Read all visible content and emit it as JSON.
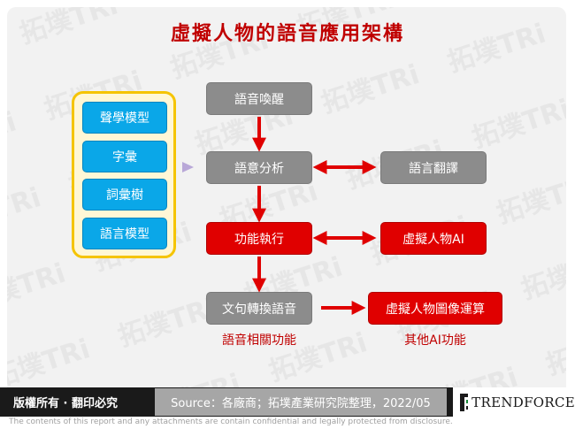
{
  "title": "虛擬人物的語音應用架構",
  "models": [
    "聲學模型",
    "字彙",
    "詞彙樹",
    "語言模型"
  ],
  "speech_boxes": {
    "wake": "語音喚醒",
    "intent": "語意分析",
    "execute": "功能執行",
    "tts": "文句轉換語音"
  },
  "ai_boxes": {
    "translate": "語言翻譯",
    "avatar_ai": "虛擬人物AI",
    "avatar_render": "虛擬人物圖像運算"
  },
  "captions": {
    "speech": "語音相關功能",
    "ai": "其他AI功能"
  },
  "footer": {
    "rights": "版權所有 · 翻印必究",
    "source": "Source：各廠商；拓墣產業研究院整理，2022/05",
    "logo": "TRENDFORCE",
    "disclaimer": "The contents of this report and any attachments are contain confidential and legally protected from disclosure."
  },
  "watermark": "拓墣TRi",
  "colors": {
    "title_red": "#c00000",
    "gray_box": "#8c8c8c",
    "red_box": "#e00000",
    "blue_box": "#0aa7e8",
    "gold_border": "#f5c400",
    "arrow_red": "#e00000",
    "arrow_lavender": "#b9a8d8"
  }
}
